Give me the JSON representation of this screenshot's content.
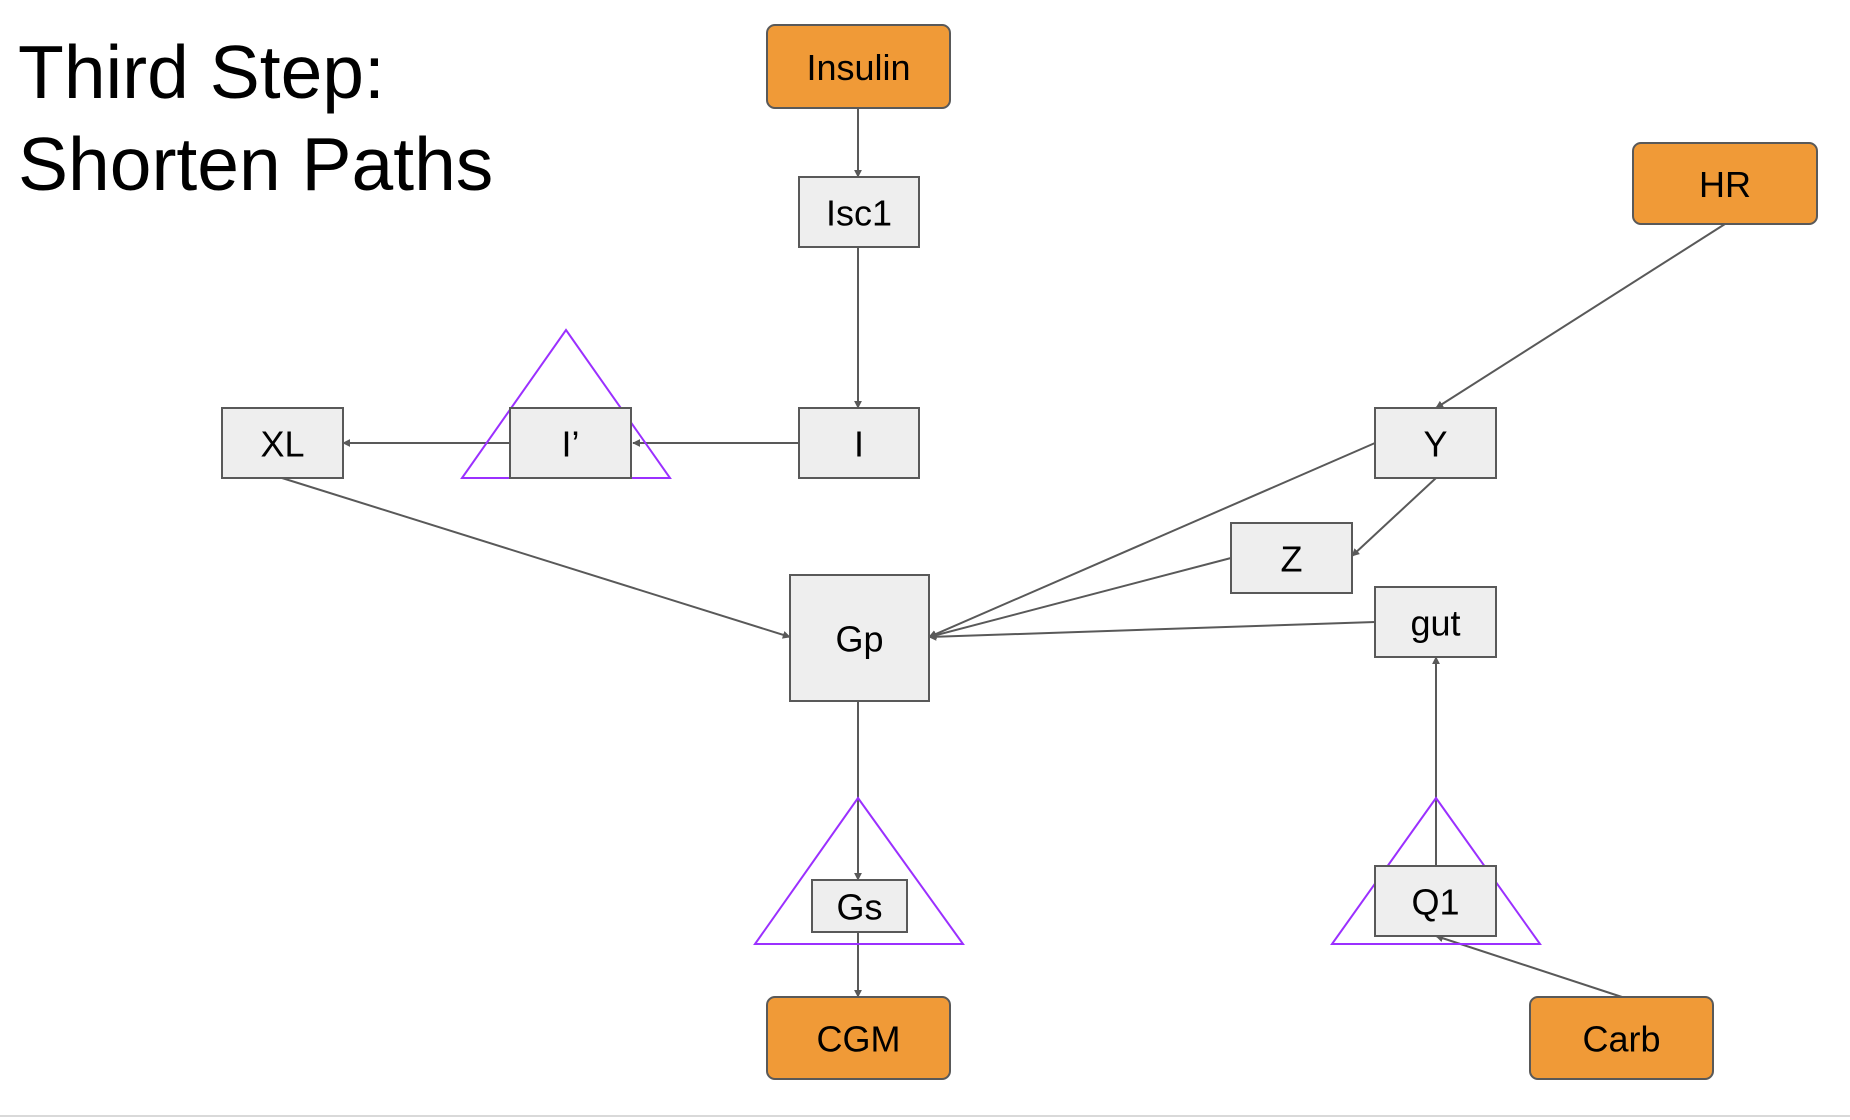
{
  "title": {
    "line1": "Third Step:",
    "line2": "Shorten Paths"
  },
  "colors": {
    "io_fill": "#f09a37",
    "state_fill": "#eeeeee",
    "stroke": "#595959",
    "highlight": "#9b30ff"
  },
  "nodes": {
    "insulin": "Insulin",
    "isc1": "Isc1",
    "i": "I",
    "i_prime": "I’",
    "xl": "XL",
    "gp": "Gp",
    "gs": "Gs",
    "cgm": "CGM",
    "hr": "HR",
    "y": "Y",
    "z": "Z",
    "gut": "gut",
    "q1": "Q1",
    "carb": "Carb"
  },
  "edges": [
    {
      "from": "insulin",
      "to": "isc1"
    },
    {
      "from": "isc1",
      "to": "i"
    },
    {
      "from": "i",
      "to": "i_prime"
    },
    {
      "from": "i_prime",
      "to": "xl"
    },
    {
      "from": "xl",
      "to": "gp"
    },
    {
      "from": "hr",
      "to": "y"
    },
    {
      "from": "y",
      "to": "z"
    },
    {
      "from": "y",
      "to": "gp"
    },
    {
      "from": "z",
      "to": "gp"
    },
    {
      "from": "gut",
      "to": "gp"
    },
    {
      "from": "q1",
      "to": "gut"
    },
    {
      "from": "carb",
      "to": "q1"
    },
    {
      "from": "gp",
      "to": "gs"
    },
    {
      "from": "gs",
      "to": "cgm"
    }
  ],
  "highlighted_nodes": [
    "i_prime",
    "gs",
    "q1"
  ]
}
